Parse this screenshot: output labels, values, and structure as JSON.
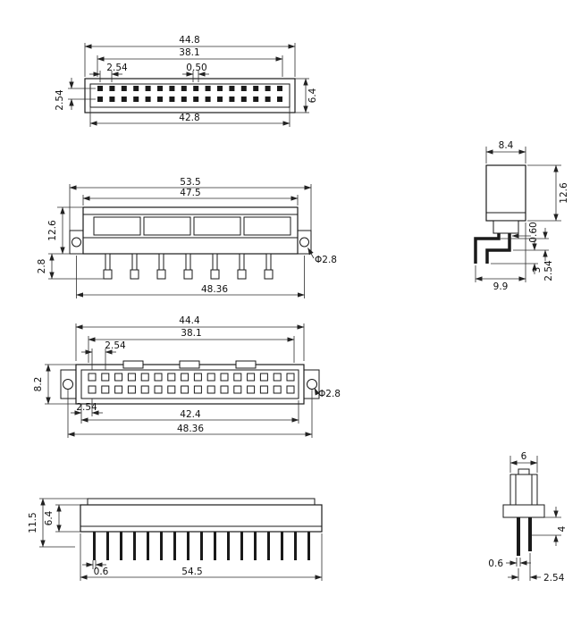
{
  "drawing": {
    "type": "connector-dimensional-drawing",
    "background": "#ffffff",
    "line_color": "#1a1a1a"
  },
  "view1": {
    "title": "male-connector-front",
    "pins_per_row": 16,
    "rows": 2,
    "dims": {
      "overall_width": "44.8",
      "pin_field": "38.1",
      "pitch": "2.54",
      "pin_size": "0.50",
      "insulator_width": "42.8",
      "height": "6.4",
      "row_pitch": "2.54"
    }
  },
  "view2": {
    "title": "female-right-angle-front",
    "blocks": 4,
    "tails": 7,
    "dims": {
      "overall_width": "53.5",
      "body_width": "47.5",
      "height": "12.6",
      "tail_length": "2.8",
      "hole_span": "48.36",
      "hole_dia": "Φ2.8"
    }
  },
  "view2_side": {
    "title": "female-right-angle-side",
    "dims": {
      "body_depth": "8.4",
      "body_height": "12.6",
      "pin_thickness": "0.60",
      "tip_length": "3",
      "row_pitch": "2.54",
      "bend_depth": "9.9"
    }
  },
  "view3": {
    "title": "female-straight-front",
    "pins_per_row": 16,
    "rows": 2,
    "notches": 3,
    "dims": {
      "overall_width": "44.4",
      "pin_field": "38.1",
      "pitch": "2.54",
      "height": "8.2",
      "edge_offset": "2.54",
      "insulator_width": "42.4",
      "hole_dia": "Φ2.8",
      "hole_span": "48.36"
    }
  },
  "view4": {
    "title": "male-connector-side",
    "pins": 17,
    "dims": {
      "total_height": "11.5",
      "body_height": "6.4",
      "pin_width": "0.6",
      "overall_length": "54.5"
    }
  },
  "view4_side": {
    "title": "male-connector-end",
    "dims": {
      "body_width": "6",
      "pin_length": "4",
      "pin_width": "0.6",
      "pin_pitch": "2.54"
    }
  }
}
